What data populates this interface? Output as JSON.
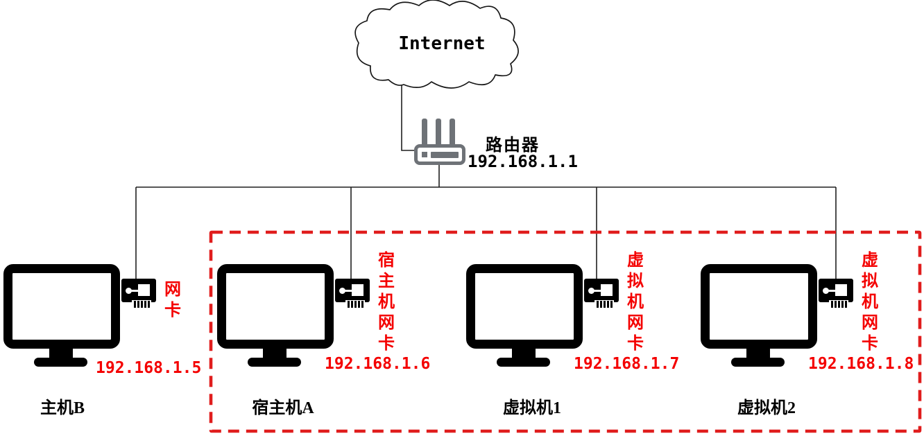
{
  "internet": {
    "label": "Internet"
  },
  "router": {
    "label": "路由器",
    "ip": "192.168.1.1"
  },
  "hosts": [
    {
      "name": "主机B",
      "nic_label": "网卡",
      "ip": "192.168.1.5"
    },
    {
      "name": "宿主机A",
      "nic_label": "宿主机网卡",
      "ip": "192.168.1.6"
    },
    {
      "name": "虚拟机1",
      "nic_label": "虚拟机网卡",
      "ip": "192.168.1.7"
    },
    {
      "name": "虚拟机2",
      "nic_label": "虚拟机网卡",
      "ip": "192.168.1.8"
    }
  ],
  "colors": {
    "red-text": "#f40000",
    "dashed": "#e01d1d",
    "router-gray": "#6e7277",
    "line": "#1f1f1f"
  }
}
